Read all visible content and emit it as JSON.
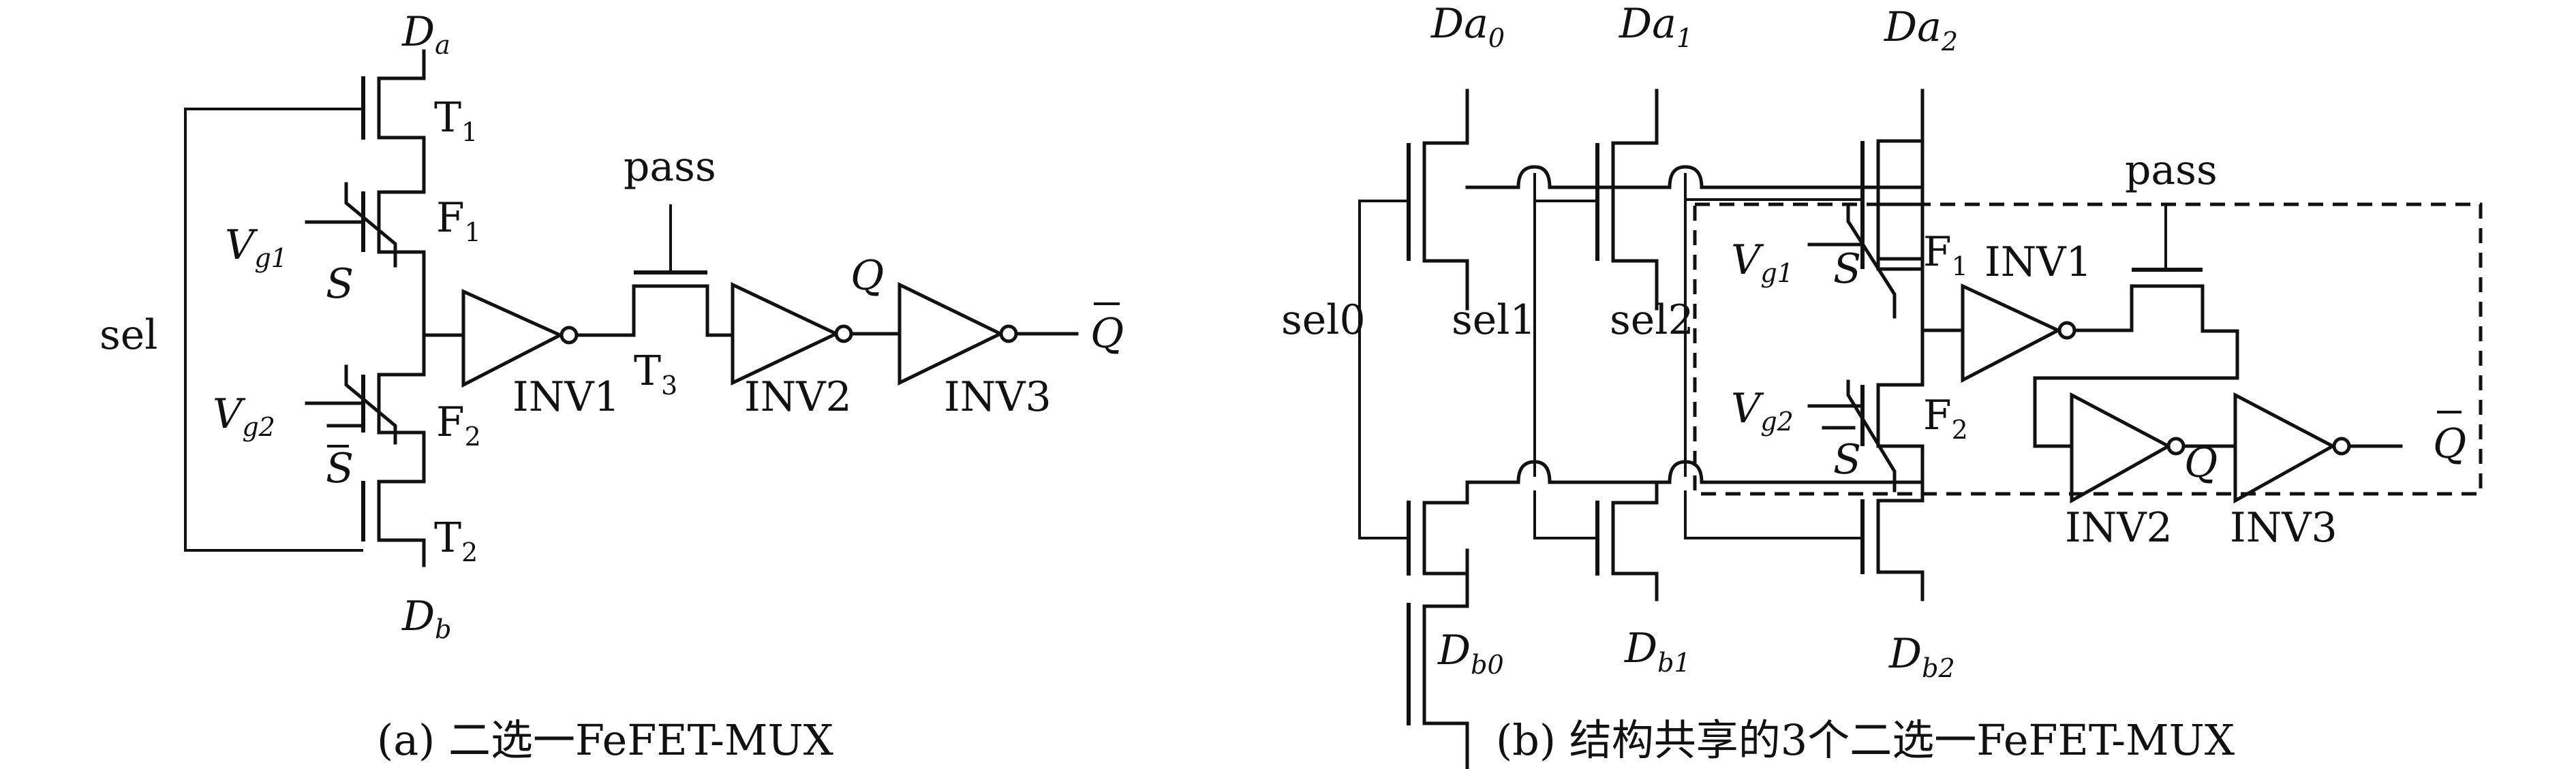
{
  "figure_a": {
    "caption": "(a) 二选一FeFET-MUX",
    "labels": {
      "sel": "sel",
      "da_main": "D",
      "da_sub": "a",
      "db_main": "D",
      "db_sub": "b",
      "t1_main": "T",
      "t1_sub": "1",
      "t2_main": "T",
      "t2_sub": "2",
      "t3_main": "T",
      "t3_sub": "3",
      "f1_main": "F",
      "f1_sub": "1",
      "f2_main": "F",
      "f2_sub": "2",
      "vg1_main": "V",
      "vg1_sub": "g1",
      "vg2_main": "V",
      "vg2_sub": "g2",
      "s": "S",
      "s_bar": "S",
      "pass": "pass",
      "inv1": "INV1",
      "inv2": "INV2",
      "inv3": "INV3",
      "q": "Q",
      "q_bar": "Q"
    }
  },
  "figure_b": {
    "caption": "(b) 结构共享的3个二选一FeFET-MUX",
    "labels": {
      "sel0": "sel0",
      "sel1": "sel1",
      "sel2": "sel2",
      "da0_main": "D",
      "da0_sub": "a",
      "da0_idx": "0",
      "da1_main": "D",
      "da1_sub": "a",
      "da1_idx": "1",
      "da2_main": "D",
      "da2_sub": "a",
      "da2_idx": "2",
      "db0_main": "D",
      "db0_sub": "b",
      "db0_idx": "0",
      "db1_main": "D",
      "db1_sub": "b",
      "db1_idx": "1",
      "db2_main": "D",
      "db2_sub": "b",
      "db2_idx": "2",
      "f1_main": "F",
      "f1_sub": "1",
      "f2_main": "F",
      "f2_sub": "2",
      "vg1_main": "V",
      "vg1_sub": "g1",
      "vg2_main": "V",
      "vg2_sub": "g2",
      "s": "S",
      "s_bar": "S",
      "pass": "pass",
      "inv1": "INV1",
      "inv2": "INV2",
      "inv3": "INV3",
      "q": "Q",
      "q_bar": "Q"
    }
  }
}
